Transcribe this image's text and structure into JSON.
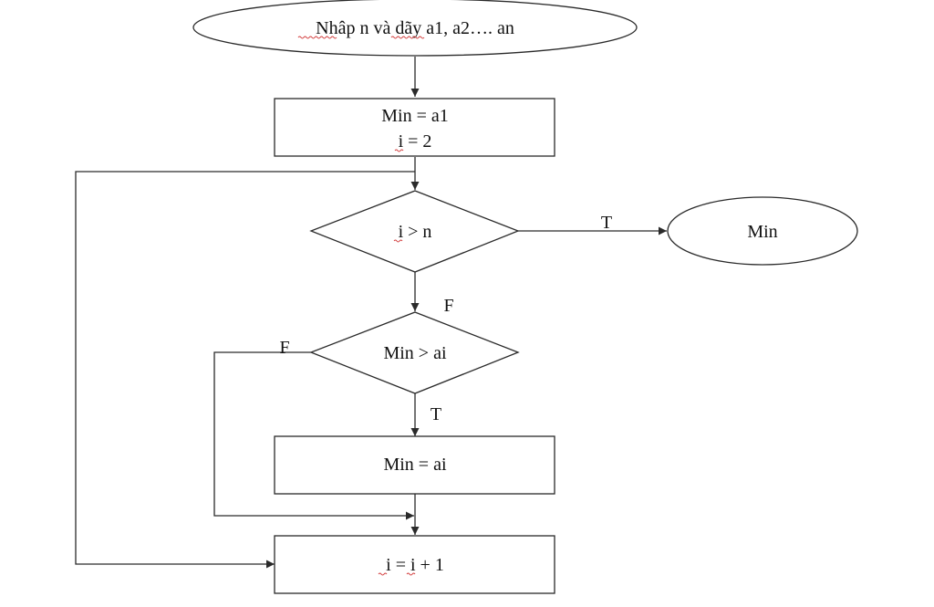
{
  "diagram": {
    "nodes": {
      "input": {
        "shape": "ellipse",
        "text": "Nhâp n và dãy a1, a2…. an"
      },
      "init": {
        "shape": "process",
        "lines": [
          "Min = a1",
          "i = 2"
        ]
      },
      "check_end": {
        "shape": "decision",
        "text": "i > n"
      },
      "output": {
        "shape": "ellipse",
        "text": "Min"
      },
      "compare": {
        "shape": "decision",
        "text": "Min > ai"
      },
      "assign": {
        "shape": "process",
        "text": "Min = ai"
      },
      "increment": {
        "shape": "process",
        "text": "i = i + 1"
      }
    },
    "edges": {
      "check_end_true": "T",
      "check_end_false": "F",
      "compare_false": "F",
      "compare_true": "T"
    }
  },
  "colors": {
    "stroke": "#2a2a2a",
    "text": "#111111",
    "spellcheck_underline": "#d23b3b"
  }
}
